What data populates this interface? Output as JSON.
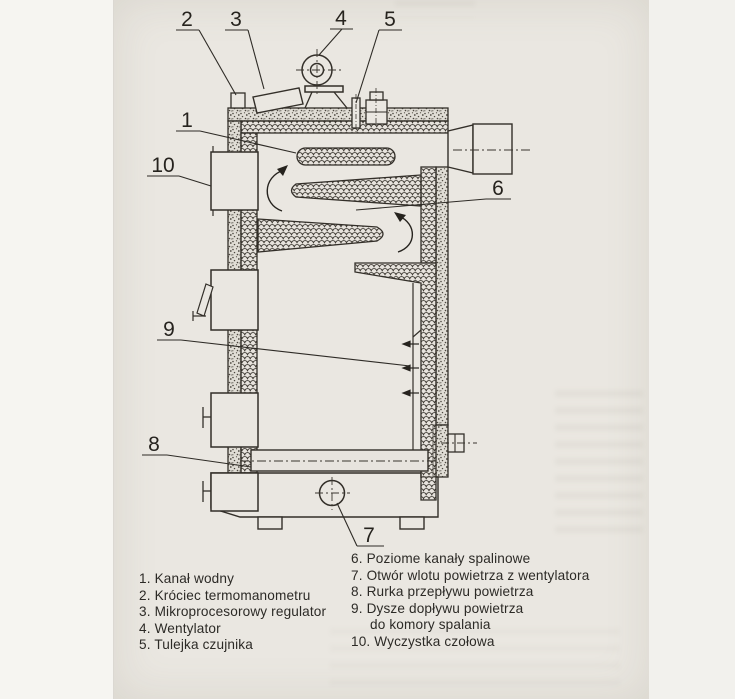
{
  "colors": {
    "paper": "#eae7e1",
    "margin": "#f6f5f1",
    "ink": "#332f29"
  },
  "diagram": {
    "callouts": [
      "1",
      "2",
      "3",
      "4",
      "5",
      "6",
      "7",
      "8",
      "9",
      "10"
    ]
  },
  "legend": {
    "left": [
      "1. Kanał wodny",
      "2. Króciec termomanometru",
      "3. Mikroprocesorowy regulator",
      "4. Wentylator",
      "5. Tulejka czujnika"
    ],
    "right": [
      "6. Poziome kanały spalinowe",
      "7. Otwór wlotu powietrza z wentylatora",
      "8. Rurka przepływu powietrza",
      "9. Dysze dopływu powietrza",
      "do komory spalania",
      "10. Wyczystka czołowa"
    ]
  }
}
